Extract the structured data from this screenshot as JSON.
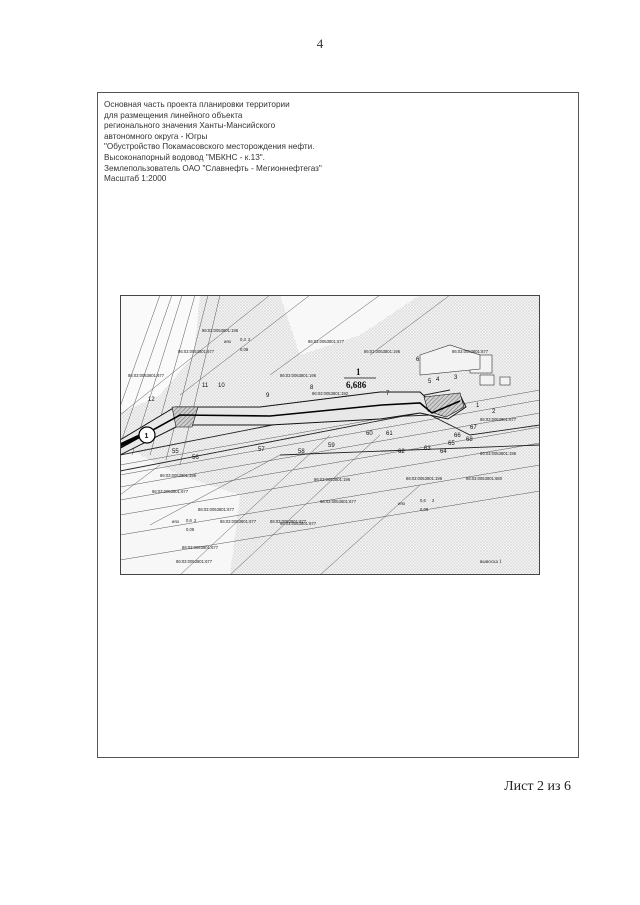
{
  "page_number": "4",
  "title_lines": [
    "Основная часть проекта планировки территории",
    "для размещения линейного объекта",
    "регионального значения Ханты-Мансийского",
    "автономного округа - Югры",
    "\"Обустройство Покамасовского месторождения нефти.",
    "Высоконапорный водовод \"МБКНС - к.13\".",
    "Землепользователь ОАО \"Славнефть - Мегионнефтегаз\"",
    "Масштаб 1:2000"
  ],
  "map": {
    "marker_label": "1",
    "area_fraction_numerator": "1",
    "area_fraction_denominator": "6,686",
    "vynoska_label": "выноска 1",
    "cadastral_labels": [
      "86:03:0053801:196",
      "86:03:0053801:677",
      "86:03:0053801:677",
      "86:03:0053801:677",
      "86:03:0053801:196",
      "86:03:0053801:677",
      "86:03:0053801:196",
      "86:03:0053801:192",
      "86:03:0053801:677",
      "86:03:0053801:196",
      "86:03:0053801:196",
      "86:03:0053801:677",
      "86:03:0053801:677",
      "86:03:0053801:677",
      "86:03:0053801:196",
      "86:03:0053801:677",
      "86:03:0053801:196",
      "86:03:0053801:677",
      "86:03:0053801:680",
      "86:03:0053801:677",
      "86:03:0053801:677",
      "86:03:0053801:677"
    ],
    "point_numbers": [
      "12",
      "11",
      "10",
      "9",
      "8",
      "7",
      "6",
      "5",
      "4",
      "3",
      "2",
      "1",
      "55",
      "56",
      "57",
      "58",
      "59",
      "60",
      "61",
      "62",
      "63",
      "64",
      "65",
      "66",
      "67",
      "68"
    ],
    "small_labels": [
      "ияо",
      "0,4",
      "2",
      "0,08",
      "ияо",
      "0,6",
      "2",
      "0,08",
      "ияо",
      "0,6",
      "2",
      "0,08"
    ]
  },
  "sheet_label": "Лист 2 из 6"
}
